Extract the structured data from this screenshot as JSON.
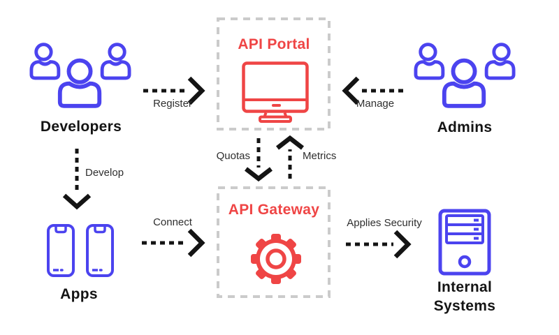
{
  "colors": {
    "icon_blue": "#4b43ef",
    "accent_red": "#ef4545",
    "box_dash_gray": "#cbcbcb",
    "arrow_black": "#141414",
    "edge_label_gray": "#2e2e2e",
    "node_label_black": "#141414"
  },
  "nodes": {
    "developers": {
      "label": "Developers",
      "icon": "users-group-icon"
    },
    "admins": {
      "label": "Admins",
      "icon": "users-group-icon"
    },
    "apps": {
      "label": "Apps",
      "icon": "phones-icon"
    },
    "internal_systems": {
      "line1": "Internal",
      "line2": "Systems",
      "icon": "server-icon"
    },
    "api_portal": {
      "title": "API Portal",
      "icon": "monitor-icon"
    },
    "api_gateway": {
      "title": "API Gateway",
      "icon": "gear-icon"
    }
  },
  "edges": {
    "register": {
      "label": "Register",
      "from": "developers",
      "to": "api_portal"
    },
    "manage": {
      "label": "Manage",
      "from": "admins",
      "to": "api_portal"
    },
    "develop": {
      "label": "Develop",
      "from": "developers",
      "to": "apps"
    },
    "quotas": {
      "label": "Quotas",
      "from": "api_portal",
      "to": "api_gateway"
    },
    "metrics": {
      "label": "Metrics",
      "from": "api_gateway",
      "to": "api_portal"
    },
    "connect": {
      "label": "Connect",
      "from": "apps",
      "to": "api_gateway"
    },
    "applies_security": {
      "label": "Applies Security",
      "from": "api_gateway",
      "to": "internal_systems"
    }
  }
}
